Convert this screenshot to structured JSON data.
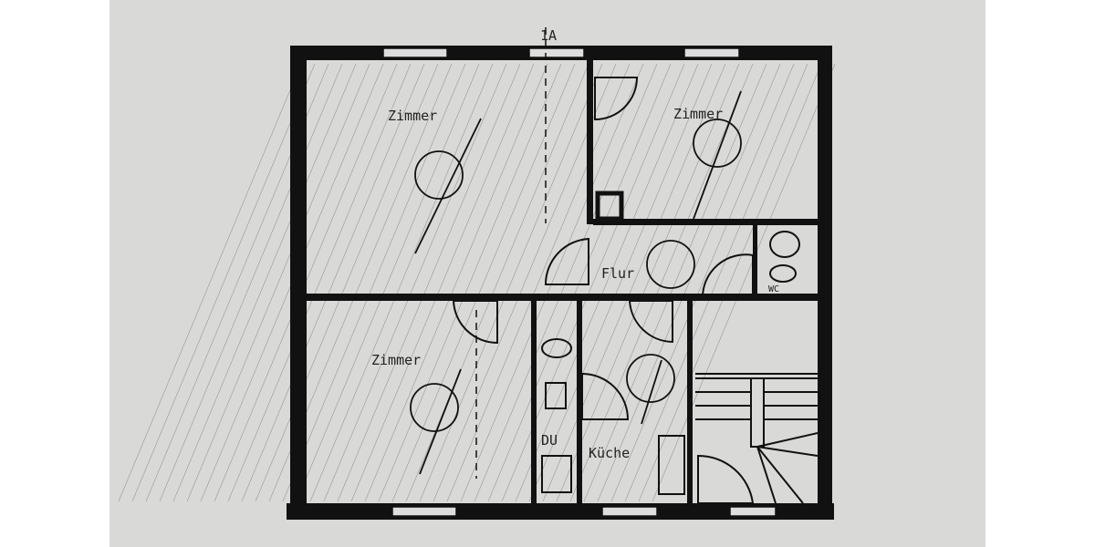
{
  "plan": {
    "marker": "1A",
    "rooms": [
      {
        "label": "Zimmer"
      },
      {
        "label": "Zimmer"
      },
      {
        "label": "Zimmer"
      },
      {
        "label": "Flur"
      },
      {
        "label": "WC"
      },
      {
        "label": "DU"
      },
      {
        "label": "Küche"
      }
    ]
  },
  "colors": {
    "paper": "#d9d9d7",
    "ink": "#111111"
  }
}
